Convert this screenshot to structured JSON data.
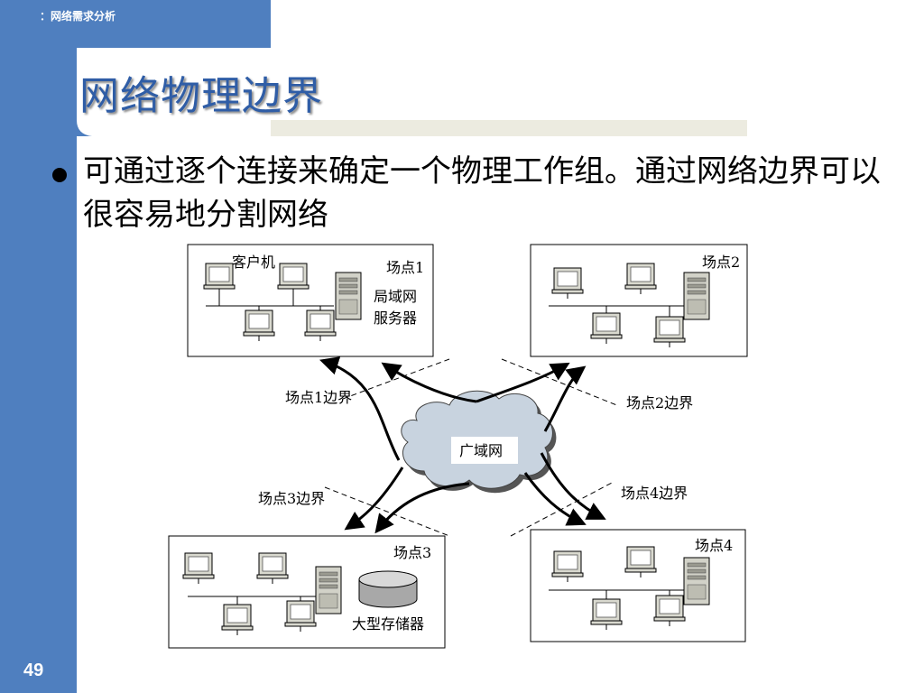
{
  "header": {
    "breadcrumb": "：网络需求分析",
    "title": "网络物理边界",
    "page_number": "49"
  },
  "body": {
    "bullet_text": "可通过逐个连接来确定一个物理工作组。通过网络边界可以很容易地分割网络"
  },
  "diagram": {
    "site1": {
      "label": "场点1",
      "client_label": "客户机",
      "server_label_line1": "局域网",
      "server_label_line2": "服务器"
    },
    "site2": {
      "label": "场点2"
    },
    "site3": {
      "label": "场点3",
      "storage_label": "大型存储器"
    },
    "site4": {
      "label": "场点4"
    },
    "wan_label": "广域网",
    "boundaries": {
      "site1": "场点1边界",
      "site2": "场点2边界",
      "site3": "场点3边界",
      "site4": "场点4边界"
    }
  },
  "colors": {
    "sidebar": "#4f7fbf",
    "title": "#2f5da6",
    "title_rule": "#ecebe0",
    "cloud": "#c8d3df"
  }
}
